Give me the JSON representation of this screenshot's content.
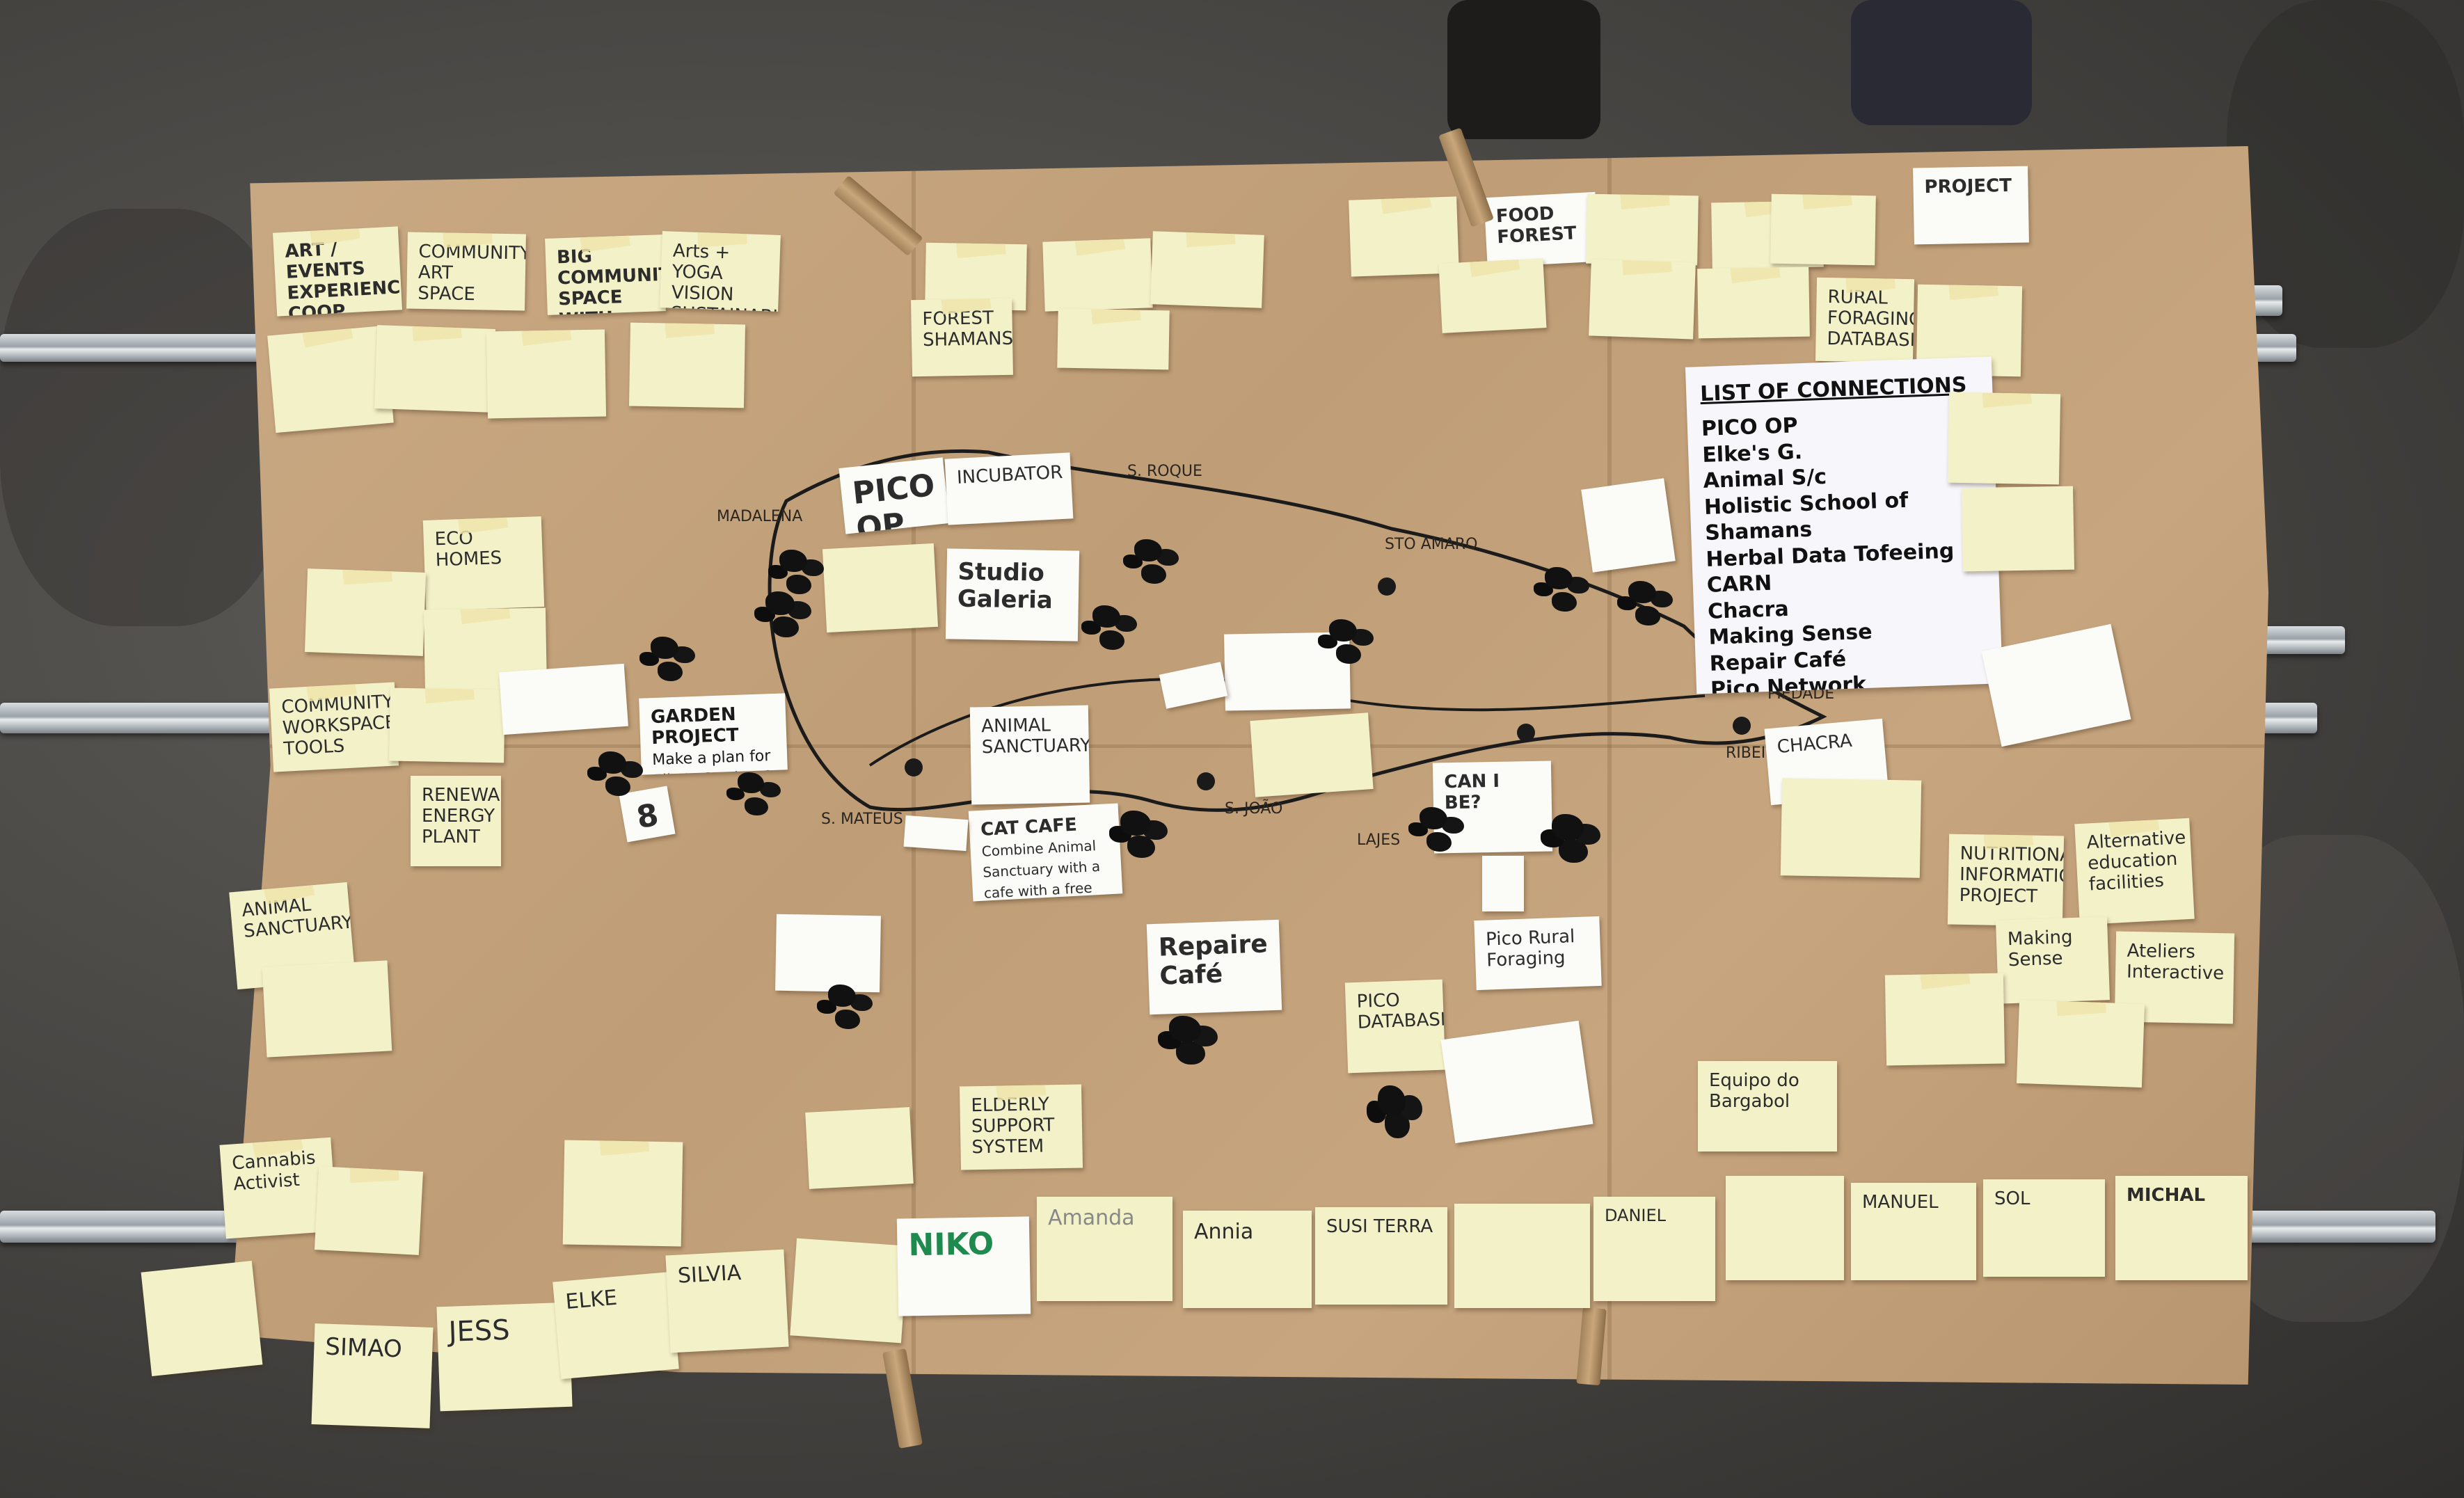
{
  "scene": "paper-map-workshop",
  "colors": {
    "floor": "#4a4845",
    "paper": "#c4a27c",
    "sticky": "#f3f1c8",
    "coal": "#111111"
  },
  "list": {
    "title": "LIST OF CONNECTIONS",
    "items": [
      "PICO OP",
      "Elke's G.",
      "Animal S/c",
      "Holistic School of Shamans",
      "Herbal Data Tofeeing",
      "CARN",
      "Chacra",
      "Making Sense",
      "Repair Café",
      "Pico Network"
    ]
  },
  "places": [
    "MADALENA",
    "S. ROQUE",
    "STO AMARO",
    "PIEDADE",
    "RIBEIRAS",
    "LAJES",
    "S. JOÃO",
    "S. MATEUS"
  ],
  "notes": {
    "art_events": "ART / EVENTS EXPERIENCES COOP",
    "community_art": "COMMUNITY ART SPACE",
    "big_space": "BIG COMMUNITY SPACE WITH CONNOISSEUR CLUB",
    "arts_yoga": "Arts + YOGA VISION SUSTAINABLE",
    "eco_homes": "ECO HOMES",
    "community_workspace": "COMMUNITY WORKSPACE TOOLS",
    "renewable": "RENEWABLE ENERGY PLANT",
    "animal_sanctuary_left": "ANIMAL SANCTUARY",
    "cannabis": "Cannabis Activist",
    "garden_project": "GARDEN PROJECT",
    "garden_text": "Make a plan for Elke's Garden & start between the",
    "pico_op": "PICO OP",
    "incubator": "INCUBATOR",
    "studio": "Studio Galeria",
    "animal_sanctuary": "ANIMAL SANCTUARY",
    "cat_cafe": "CAT CAFE",
    "cat_cafe_text": "Combine Animal Sanctuary with a cafe with a free cafe selling produce for animals",
    "forest_shamans": "FOREST SHAMANS",
    "repair_cafe": "Repaire Café",
    "elderly": "ELDERLY SUPPORT SYSTEM",
    "pico_rural": "Pico Rural Foraging",
    "can_i_be": "CAN I BE?",
    "food_forest": "FOOD FOREST",
    "rural_foraging": "RURAL FORAGING DATABASE",
    "project": "PROJECT",
    "nutritional": "NUTRITIONAL INFORMATION PROJECT",
    "alternative": "Alternative education facilities",
    "making_sense": "Making Sense",
    "ateliers": "Ateliers Interactive",
    "equipa": "Equipo do Bargabol",
    "chacra": "CHACRA",
    "pico_databases": "PICO DATABASES",
    "number_8": "8"
  },
  "names": [
    "SIMAO",
    "JESS",
    "ELKE",
    "SILVIA",
    "NIKO",
    "Amanda",
    "Annia",
    "SUSI TERRA",
    "DANIEL",
    "MANUEL",
    "SOL",
    "MICHAL"
  ]
}
